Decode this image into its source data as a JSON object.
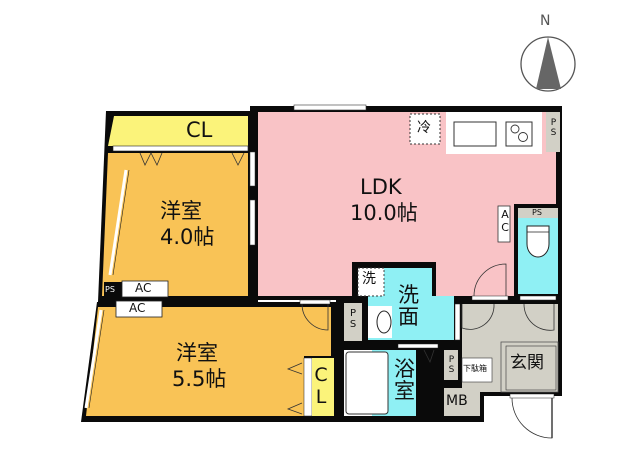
{
  "compass": {
    "label": "N",
    "icon": "north-arrow-icon"
  },
  "colors": {
    "wall": "#0a0a0a",
    "western_room": "#f9c356",
    "closet": "#fbf37a",
    "ldk": "#f9c3c6",
    "wet_area": "#8ff0f4",
    "entrance": "#d2d0c6",
    "utility": "#d2d0c6",
    "fixture": "#ffffff"
  },
  "rooms": {
    "ldk": {
      "name": "LDK",
      "size": "10.0帖"
    },
    "western1": {
      "name": "洋室",
      "size": "4.0帖"
    },
    "western2": {
      "name": "洋室",
      "size": "5.5帖"
    },
    "closet_top": {
      "name": "CL"
    },
    "closet_bottom": {
      "name": "CL"
    },
    "washroom": {
      "name": "洗\n面"
    },
    "bathroom": {
      "name": "浴\n室"
    },
    "entrance": {
      "name": "玄関"
    },
    "shoe_box": {
      "name": "下駄箱"
    },
    "meter_box": {
      "name": "MB"
    }
  },
  "fixtures": {
    "fridge": "冷",
    "washer": "洗",
    "ps_kitchen": "PS",
    "ps_toilet": "PS",
    "ps_left": "PS",
    "ps_wash": "PS",
    "ps_bath": "PS",
    "ac_ldk": "AC",
    "ac_room1": "AC",
    "ac_room2": "AC"
  }
}
